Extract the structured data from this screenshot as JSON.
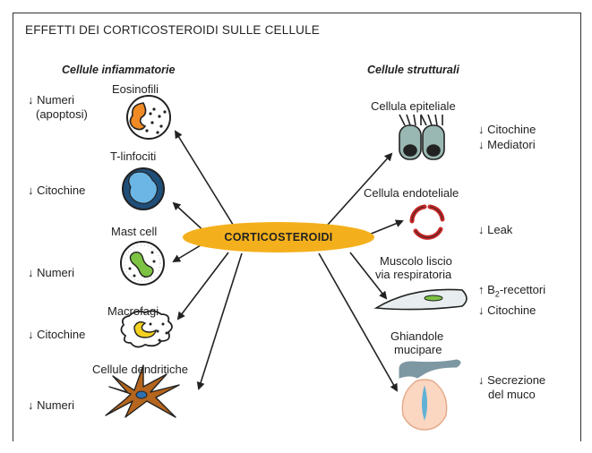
{
  "title": "EFFETTI DEI CORTICOSTEROIDI SULLE CELLULE",
  "center_label": "CORTICOSTEROIDI",
  "left": {
    "heading": "Cellule infiammatorie",
    "cells": [
      {
        "name": "Eosinofili",
        "effect_line1": "↓ Numeri",
        "effect_line2": "(apoptosi)"
      },
      {
        "name": "T-linfociti",
        "effect": "↓ Citochine"
      },
      {
        "name": "Mast cell",
        "effect": "↓ Numeri"
      },
      {
        "name": "Macrofagi",
        "effect": "↓ Citochine"
      },
      {
        "name": "Cellule dendritiche",
        "effect": "↓ Numeri"
      }
    ]
  },
  "right": {
    "heading": "Cellule strutturali",
    "cells": [
      {
        "name": "Cellula epiteliale",
        "effect_line1": "↓ Citochine",
        "effect_line2": "↓ Mediatori"
      },
      {
        "name": "Cellula endoteliale",
        "effect": "↓ Leak"
      },
      {
        "name_line1": "Muscolo liscio",
        "name_line2": "via respiratoria",
        "effect_line1_prefix": "↑ B",
        "effect_line1_sub": "2",
        "effect_line1_suffix": "-recettori",
        "effect_line2": "↓ Citochine"
      },
      {
        "name_line1": "Ghiandole",
        "name_line2": "mucipare",
        "effect_line1": "↓ Secrezione",
        "effect_line2": "del muco"
      }
    ]
  }
}
